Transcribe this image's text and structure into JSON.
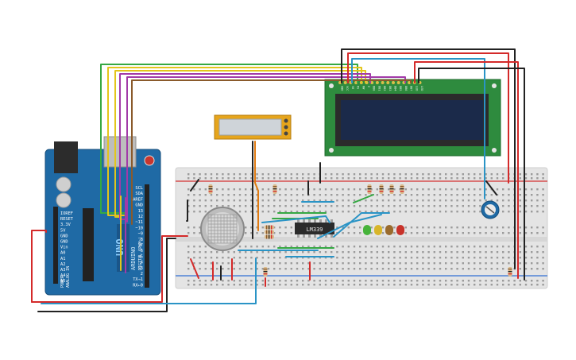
{
  "arduino": {
    "brand": "UNO",
    "logo": "ARDUINO",
    "left_header": [
      "IOREF",
      "RESET",
      "3.3V",
      "5V",
      "GND",
      "GND",
      "Vin"
    ],
    "power_label": "POWER",
    "analog": [
      "A0",
      "A1",
      "A2",
      "A3",
      "A4",
      "A5"
    ],
    "analog_label": "ANALOG IN",
    "right_header": [
      "SCL",
      "SDA",
      "AREF",
      "GND",
      "13",
      "12",
      "~11",
      "~10",
      "~9",
      "8",
      "7",
      "~6",
      "~5",
      "4",
      "~3",
      "2",
      "TX→1",
      "RX←0"
    ],
    "digital_label": "DIGITAL (PWM~)"
  },
  "ic": {
    "label": "LM339"
  },
  "lcd": {
    "pin_labels": [
      "GND",
      "VCC",
      "V0",
      "RS",
      "RW",
      "E",
      "DB0",
      "DB1",
      "DB2",
      "DB3",
      "DB4",
      "DB5",
      "DB6",
      "DB7",
      "LED",
      "LED"
    ]
  },
  "colors": {
    "board": "#1f6aa5",
    "breadboard": "#e3e3e3",
    "lcd_pcb": "#2e8b3e",
    "lcd_screen": "#1b2a4a",
    "sensor_pcb": "#e6a51c",
    "wire_red": "#d42a2a",
    "wire_black": "#222222",
    "wire_yellow": "#e3c51b",
    "wire_green": "#35a843",
    "wire_blue": "#2a94c6",
    "wire_purple": "#a23aa8",
    "wire_brown": "#8a5a2b",
    "wire_orange": "#e07a10"
  },
  "leds": [
    "green",
    "yellow",
    "brown",
    "red"
  ]
}
